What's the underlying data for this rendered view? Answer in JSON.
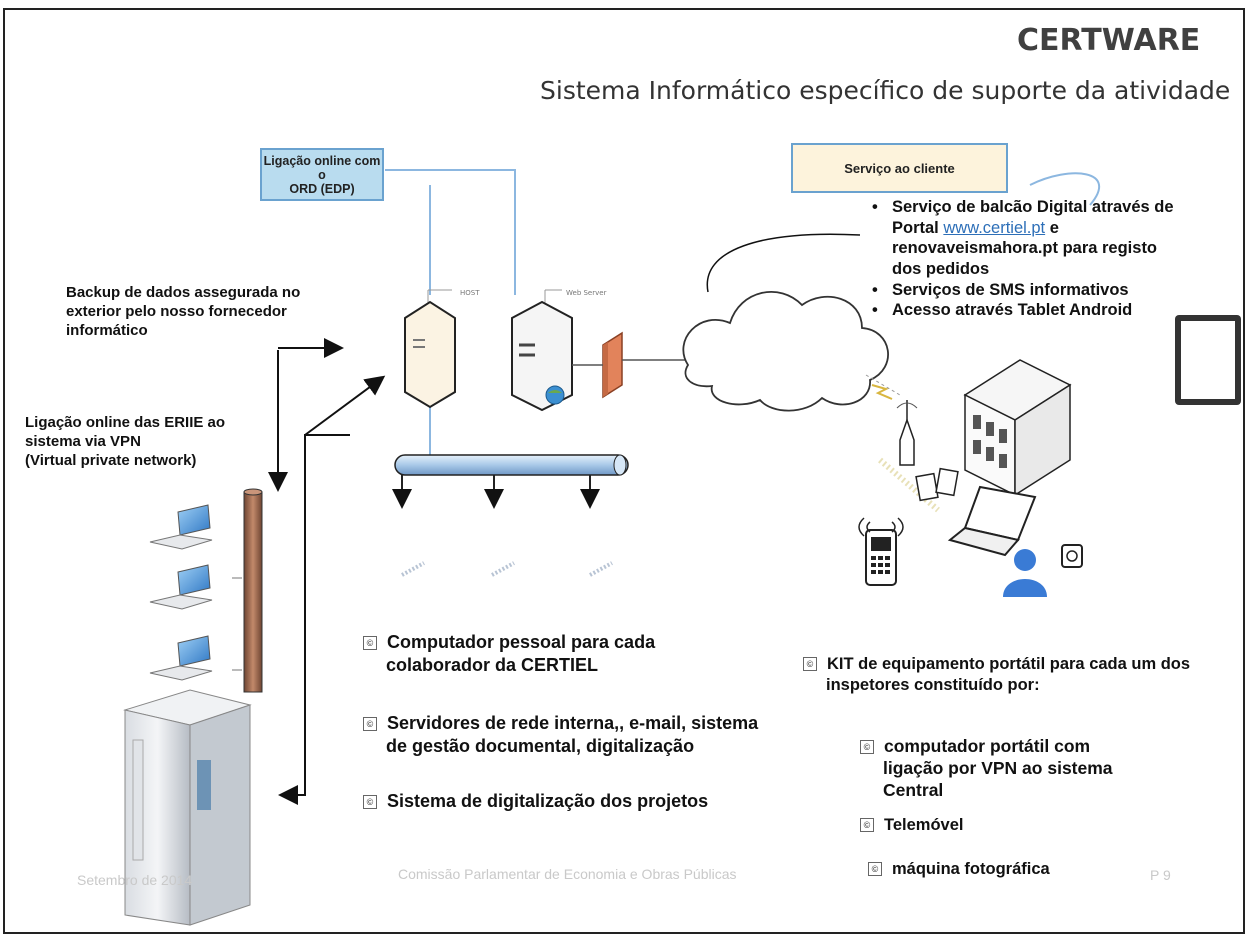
{
  "header": {
    "title": "CERTWARE",
    "subtitle": "Sistema Informático específico de suporte da atividade"
  },
  "boxes": {
    "ord": [
      "Ligação online com o",
      "ORD (EDP)"
    ],
    "cliente": "Serviço ao cliente"
  },
  "left_notes": {
    "backup": [
      "Backup de dados assegurada no",
      "exterior pelo nosso  fornecedor",
      "informático"
    ],
    "vpn": [
      "Ligação online das ERIIE ao",
      "sistema via VPN",
      "(Virtual private network)"
    ]
  },
  "services": {
    "items": [
      {
        "pre": "Serviço de balcão Digital através de Portal  ",
        "link": "www.certiel.pt",
        "post": " e renovaveismahora.pt para registo dos pedidos"
      },
      {
        "pre": "Serviços de ",
        "strong": "SMS",
        "post": " informativos"
      },
      {
        "pre": "Acesso através  Tablet Android"
      }
    ]
  },
  "server_labels": {
    "host": "HOST",
    "web": "Web Server"
  },
  "features": {
    "mark": "©",
    "items": [
      [
        "Computador pessoal para cada",
        "colaborador da CERTIEL"
      ],
      [
        "Servidores de rede interna,, e-mail, sistema",
        "de gestão documental, digitalização"
      ],
      [
        "Sistema de digitalização dos projetos"
      ]
    ]
  },
  "kit": {
    "intro": [
      "KIT de equipamento portátil para cada um dos",
      "inspetores constituído por:"
    ],
    "items": [
      [
        "computador portátil com",
        "ligação por VPN ao sistema",
        "Central"
      ],
      [
        "Telemóvel"
      ],
      [
        "máquina fotográfica"
      ]
    ]
  },
  "footer": {
    "date": "Setembro de 2014",
    "committee": "Comissão Parlamentar de Economia e Obras Públicas",
    "page": "P 9"
  },
  "colors": {
    "ord_box": "#b9dcef",
    "cliente_box": "#fdf3dc",
    "accent_line": "#8cb7e0",
    "firewall": "#e2835b",
    "pipe": "#a9c9e8",
    "cable": "#9b6a4f",
    "person": "#3a7bd5"
  }
}
